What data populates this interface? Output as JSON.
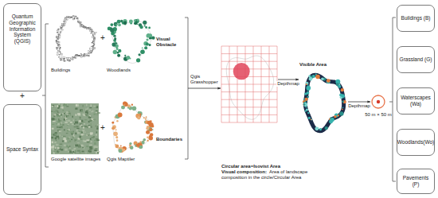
{
  "diagram": {
    "nodes": [
      {
        "text": [
          "Quantum Geographic Information System (QGIS)"
        ]
      },
      {
        "text": [
          "Space Syntax"
        ]
      },
      {
        "text": [
          "Buildings"
        ]
      },
      {
        "text": [
          "Woodlands"
        ]
      },
      {
        "text": [
          "Google satellite images"
        ]
      },
      {
        "text": [
          "Qgis Maptiler"
        ]
      },
      {
        "text": [
          "Circular area=Isovist Area",
          "Visual composition:",
          "Area of landscape composition in the circle/Circular Area"
        ]
      },
      {
        "text": [
          "Visible Area"
        ]
      },
      {
        "text": [
          "50 m × 50 m"
        ]
      },
      {
        "text": [
          "Buildings (B)"
        ]
      },
      {
        "text": [
          "Grassland (G)"
        ]
      },
      {
        "text": [
          "Waterscapes (Wa)"
        ]
      },
      {
        "text": [
          "Woodlands(Wo)"
        ]
      },
      {
        "text": [
          "Pavements (P)"
        ]
      }
    ],
    "edges": [
      {
        "from": 6,
        "to": 7,
        "label": "Depthmap",
        "arrow": "to"
      },
      {
        "from": 7,
        "to": 8,
        "label": "Depthmap",
        "arrow": "to"
      }
    ],
    "labels": [
      "+",
      "+",
      "+",
      "Visual Obstacle",
      "Boundaries",
      "Qgis Grasshopper"
    ]
  }
}
